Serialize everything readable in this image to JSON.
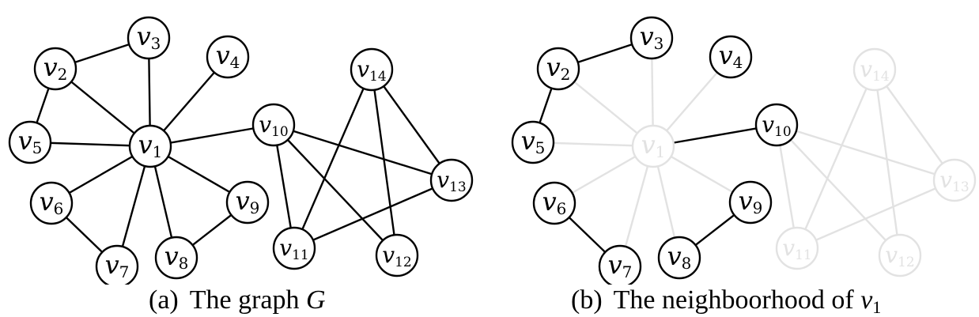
{
  "panels": [
    {
      "id": "a",
      "caption": {
        "tag": "(a)",
        "text": "The graph ",
        "var": "G"
      },
      "nodes": [
        {
          "id": "v1",
          "label_letter": "v",
          "label_index": "1",
          "highlighted": true
        },
        {
          "id": "v2",
          "label_letter": "v",
          "label_index": "2",
          "highlighted": true
        },
        {
          "id": "v3",
          "label_letter": "v",
          "label_index": "3",
          "highlighted": true
        },
        {
          "id": "v4",
          "label_letter": "v",
          "label_index": "4",
          "highlighted": true
        },
        {
          "id": "v5",
          "label_letter": "v",
          "label_index": "5",
          "highlighted": true
        },
        {
          "id": "v6",
          "label_letter": "v",
          "label_index": "6",
          "highlighted": true
        },
        {
          "id": "v7",
          "label_letter": "v",
          "label_index": "7",
          "highlighted": true
        },
        {
          "id": "v8",
          "label_letter": "v",
          "label_index": "8",
          "highlighted": true
        },
        {
          "id": "v9",
          "label_letter": "v",
          "label_index": "9",
          "highlighted": true
        },
        {
          "id": "v10",
          "label_letter": "v",
          "label_index": "10",
          "highlighted": true
        },
        {
          "id": "v11",
          "label_letter": "v",
          "label_index": "11",
          "highlighted": true
        },
        {
          "id": "v12",
          "label_letter": "v",
          "label_index": "12",
          "highlighted": true
        },
        {
          "id": "v13",
          "label_letter": "v",
          "label_index": "13",
          "highlighted": true
        },
        {
          "id": "v14",
          "label_letter": "v",
          "label_index": "14",
          "highlighted": true
        }
      ],
      "edges": [
        {
          "from": "v1",
          "to": "v2",
          "highlighted": true
        },
        {
          "from": "v1",
          "to": "v3",
          "highlighted": true
        },
        {
          "from": "v1",
          "to": "v4",
          "highlighted": true
        },
        {
          "from": "v1",
          "to": "v5",
          "highlighted": true
        },
        {
          "from": "v1",
          "to": "v6",
          "highlighted": true
        },
        {
          "from": "v1",
          "to": "v7",
          "highlighted": true
        },
        {
          "from": "v1",
          "to": "v8",
          "highlighted": true
        },
        {
          "from": "v1",
          "to": "v9",
          "highlighted": true
        },
        {
          "from": "v1",
          "to": "v10",
          "highlighted": true
        },
        {
          "from": "v2",
          "to": "v3",
          "highlighted": true
        },
        {
          "from": "v2",
          "to": "v5",
          "highlighted": true
        },
        {
          "from": "v6",
          "to": "v7",
          "highlighted": true
        },
        {
          "from": "v8",
          "to": "v9",
          "highlighted": true
        },
        {
          "from": "v10",
          "to": "v11",
          "highlighted": true
        },
        {
          "from": "v10",
          "to": "v12",
          "highlighted": true
        },
        {
          "from": "v10",
          "to": "v13",
          "highlighted": true
        },
        {
          "from": "v11",
          "to": "v13",
          "highlighted": true
        },
        {
          "from": "v11",
          "to": "v14",
          "highlighted": true
        },
        {
          "from": "v12",
          "to": "v14",
          "highlighted": true
        },
        {
          "from": "v13",
          "to": "v14",
          "highlighted": true
        }
      ]
    },
    {
      "id": "b",
      "caption": {
        "tag": "(b)",
        "text": "The neighboorhood of ",
        "var": "v",
        "sub": "1"
      },
      "nodes": [
        {
          "id": "v1",
          "label_letter": "v",
          "label_index": "1",
          "highlighted": false
        },
        {
          "id": "v2",
          "label_letter": "v",
          "label_index": "2",
          "highlighted": true
        },
        {
          "id": "v3",
          "label_letter": "v",
          "label_index": "3",
          "highlighted": true
        },
        {
          "id": "v4",
          "label_letter": "v",
          "label_index": "4",
          "highlighted": true
        },
        {
          "id": "v5",
          "label_letter": "v",
          "label_index": "5",
          "highlighted": true
        },
        {
          "id": "v6",
          "label_letter": "v",
          "label_index": "6",
          "highlighted": true
        },
        {
          "id": "v7",
          "label_letter": "v",
          "label_index": "7",
          "highlighted": true
        },
        {
          "id": "v8",
          "label_letter": "v",
          "label_index": "8",
          "highlighted": true
        },
        {
          "id": "v9",
          "label_letter": "v",
          "label_index": "9",
          "highlighted": true
        },
        {
          "id": "v10",
          "label_letter": "v",
          "label_index": "10",
          "highlighted": true
        },
        {
          "id": "v11",
          "label_letter": "v",
          "label_index": "11",
          "highlighted": false
        },
        {
          "id": "v12",
          "label_letter": "v",
          "label_index": "12",
          "highlighted": false
        },
        {
          "id": "v13",
          "label_letter": "v",
          "label_index": "13",
          "highlighted": false
        },
        {
          "id": "v14",
          "label_letter": "v",
          "label_index": "14",
          "highlighted": false
        }
      ],
      "edges": [
        {
          "from": "v1",
          "to": "v2",
          "highlighted": false
        },
        {
          "from": "v1",
          "to": "v3",
          "highlighted": false
        },
        {
          "from": "v1",
          "to": "v4",
          "highlighted": false
        },
        {
          "from": "v1",
          "to": "v5",
          "highlighted": false
        },
        {
          "from": "v1",
          "to": "v6",
          "highlighted": false
        },
        {
          "from": "v1",
          "to": "v7",
          "highlighted": false
        },
        {
          "from": "v1",
          "to": "v8",
          "highlighted": false
        },
        {
          "from": "v1",
          "to": "v9",
          "highlighted": false
        },
        {
          "from": "v1",
          "to": "v10",
          "highlighted": true
        },
        {
          "from": "v2",
          "to": "v3",
          "highlighted": true
        },
        {
          "from": "v2",
          "to": "v5",
          "highlighted": true
        },
        {
          "from": "v6",
          "to": "v7",
          "highlighted": true
        },
        {
          "from": "v8",
          "to": "v9",
          "highlighted": true
        },
        {
          "from": "v10",
          "to": "v11",
          "highlighted": false
        },
        {
          "from": "v10",
          "to": "v12",
          "highlighted": false
        },
        {
          "from": "v10",
          "to": "v13",
          "highlighted": false
        },
        {
          "from": "v11",
          "to": "v13",
          "highlighted": false
        },
        {
          "from": "v11",
          "to": "v14",
          "highlighted": false
        },
        {
          "from": "v12",
          "to": "v14",
          "highlighted": false
        },
        {
          "from": "v13",
          "to": "v14",
          "highlighted": false
        }
      ]
    }
  ],
  "colors": {
    "highlighted": "#000000",
    "faded": "#e2e2e2",
    "node_fill": "#ffffff"
  }
}
